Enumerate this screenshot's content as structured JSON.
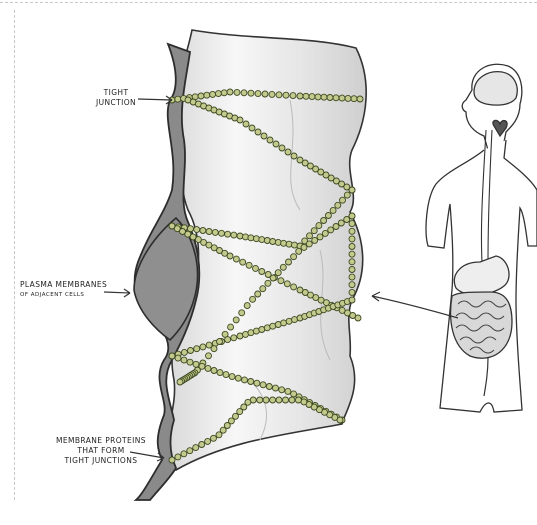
{
  "labels": {
    "tight_junction": [
      "TIGHT",
      "JUNCTION"
    ],
    "plasma_membranes": [
      "PLASMA MEMBRANES",
      "OF ADJACENT CELLS"
    ],
    "membrane_proteins": [
      "MEMBRANE PROTEINS",
      "THAT FORM",
      "TIGHT JUNCTIONS"
    ]
  },
  "colors": {
    "membrane_gray": "#8a8a8a",
    "sheet_light": "#f1f1f1",
    "bead_green": "#c4c98e",
    "bead_outline": "#3c4a20",
    "outline": "#333333"
  }
}
